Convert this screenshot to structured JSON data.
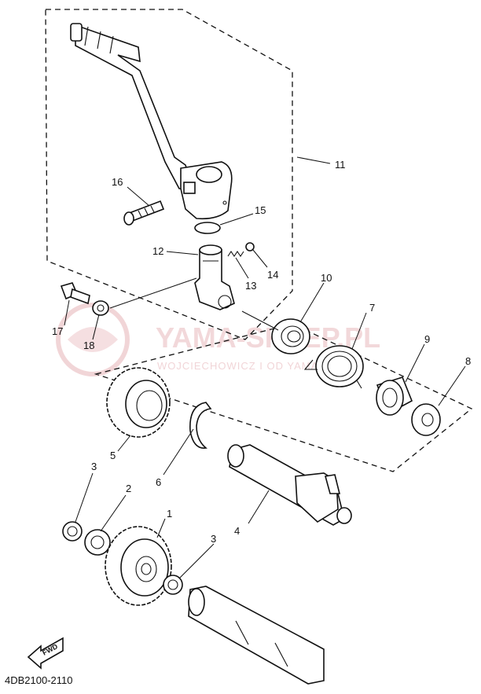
{
  "diagram": {
    "code": "4DB2100-2110",
    "fwd_label": "FWD",
    "watermark": {
      "title": "YAMA-SKLEP.PL",
      "subtitle": "WOJCIECHOWICZ I OD YAMAHA"
    },
    "callouts": {
      "p1": "1",
      "p2": "2",
      "p3a": "3",
      "p3b": "3",
      "p4": "4",
      "p5": "5",
      "p6": "6",
      "p7": "7",
      "p8": "8",
      "p9": "9",
      "p10": "10",
      "p11": "11",
      "p12": "12",
      "p13": "13",
      "p14": "14",
      "p15": "15",
      "p16": "16",
      "p17": "17",
      "p18": "18"
    }
  }
}
